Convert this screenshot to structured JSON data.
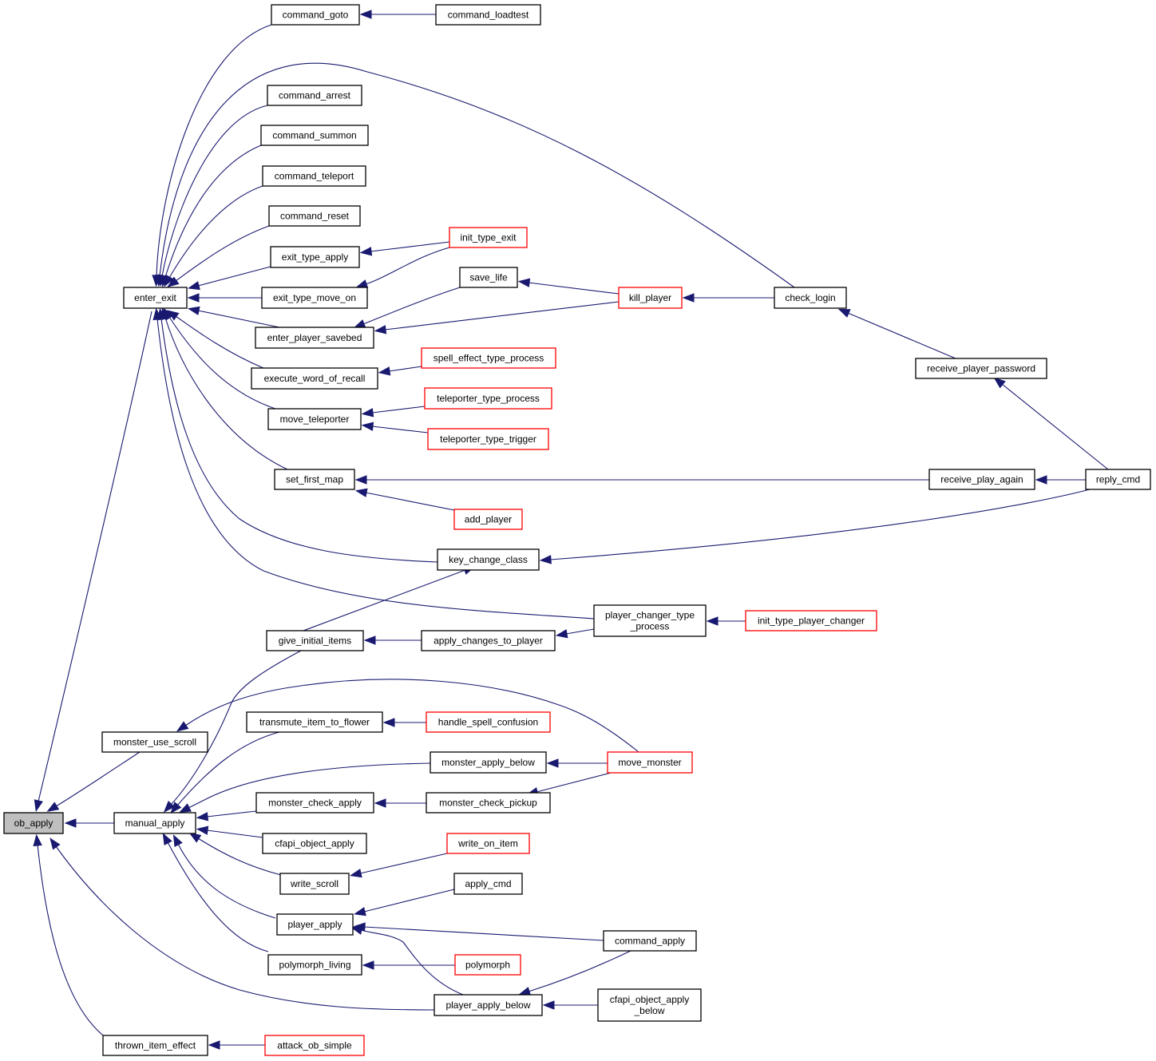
{
  "diagram": {
    "type": "call-graph",
    "root": "ob_apply",
    "colors": {
      "edge": "#191970",
      "node_border": "#000000",
      "node_border_truncated": "#ff0000",
      "node_fill": "#ffffff",
      "root_fill": "#bfbfbf"
    },
    "nodes": [
      {
        "id": "ob_apply",
        "label": [
          "ob_apply"
        ],
        "root": true
      },
      {
        "id": "enter_exit",
        "label": [
          "enter_exit"
        ]
      },
      {
        "id": "command_goto",
        "label": [
          "command_goto"
        ]
      },
      {
        "id": "command_loadtest",
        "label": [
          "command_loadtest"
        ]
      },
      {
        "id": "command_arrest",
        "label": [
          "command_arrest"
        ]
      },
      {
        "id": "command_summon",
        "label": [
          "command_summon"
        ]
      },
      {
        "id": "command_teleport",
        "label": [
          "command_teleport"
        ]
      },
      {
        "id": "command_reset",
        "label": [
          "command_reset"
        ]
      },
      {
        "id": "exit_type_apply",
        "label": [
          "exit_type_apply"
        ]
      },
      {
        "id": "init_type_exit",
        "label": [
          "init_type_exit"
        ],
        "truncated": true
      },
      {
        "id": "exit_type_move_on",
        "label": [
          "exit_type_move_on"
        ]
      },
      {
        "id": "save_life",
        "label": [
          "save_life"
        ]
      },
      {
        "id": "kill_player",
        "label": [
          "kill_player"
        ],
        "truncated": true
      },
      {
        "id": "check_login",
        "label": [
          "check_login"
        ]
      },
      {
        "id": "enter_player_savebed",
        "label": [
          "enter_player_savebed"
        ]
      },
      {
        "id": "execute_word_of_recall",
        "label": [
          "execute_word_of_recall"
        ]
      },
      {
        "id": "spell_effect_type_process",
        "label": [
          "spell_effect_type_process"
        ],
        "truncated": true
      },
      {
        "id": "move_teleporter",
        "label": [
          "move_teleporter"
        ]
      },
      {
        "id": "teleporter_type_process",
        "label": [
          "teleporter_type_process"
        ],
        "truncated": true
      },
      {
        "id": "teleporter_type_trigger",
        "label": [
          "teleporter_type_trigger"
        ],
        "truncated": true
      },
      {
        "id": "receive_player_password",
        "label": [
          "receive_player_password"
        ]
      },
      {
        "id": "set_first_map",
        "label": [
          "set_first_map"
        ]
      },
      {
        "id": "receive_play_again",
        "label": [
          "receive_play_again"
        ]
      },
      {
        "id": "reply_cmd",
        "label": [
          "reply_cmd"
        ]
      },
      {
        "id": "add_player",
        "label": [
          "add_player"
        ],
        "truncated": true
      },
      {
        "id": "key_change_class",
        "label": [
          "key_change_class"
        ]
      },
      {
        "id": "player_changer_type_process",
        "label": [
          "player_changer_type",
          "_process"
        ]
      },
      {
        "id": "init_type_player_changer",
        "label": [
          "init_type_player_changer"
        ],
        "truncated": true
      },
      {
        "id": "give_initial_items",
        "label": [
          "give_initial_items"
        ]
      },
      {
        "id": "apply_changes_to_player",
        "label": [
          "apply_changes_to_player"
        ]
      },
      {
        "id": "transmute_item_to_flower",
        "label": [
          "transmute_item_to_flower"
        ]
      },
      {
        "id": "handle_spell_confusion",
        "label": [
          "handle_spell_confusion"
        ],
        "truncated": true
      },
      {
        "id": "monster_use_scroll",
        "label": [
          "monster_use_scroll"
        ]
      },
      {
        "id": "monster_apply_below",
        "label": [
          "monster_apply_below"
        ]
      },
      {
        "id": "move_monster",
        "label": [
          "move_monster"
        ],
        "truncated": true
      },
      {
        "id": "manual_apply",
        "label": [
          "manual_apply"
        ]
      },
      {
        "id": "monster_check_apply",
        "label": [
          "monster_check_apply"
        ]
      },
      {
        "id": "monster_check_pickup",
        "label": [
          "monster_check_pickup"
        ]
      },
      {
        "id": "cfapi_object_apply",
        "label": [
          "cfapi_object_apply"
        ]
      },
      {
        "id": "write_on_item",
        "label": [
          "write_on_item"
        ],
        "truncated": true
      },
      {
        "id": "write_scroll",
        "label": [
          "write_scroll"
        ]
      },
      {
        "id": "apply_cmd",
        "label": [
          "apply_cmd"
        ]
      },
      {
        "id": "player_apply",
        "label": [
          "player_apply"
        ]
      },
      {
        "id": "command_apply",
        "label": [
          "command_apply"
        ]
      },
      {
        "id": "polymorph_living",
        "label": [
          "polymorph_living"
        ]
      },
      {
        "id": "polymorph",
        "label": [
          "polymorph"
        ],
        "truncated": true
      },
      {
        "id": "player_apply_below",
        "label": [
          "player_apply_below"
        ]
      },
      {
        "id": "cfapi_object_apply_below",
        "label": [
          "cfapi_object_apply",
          "_below"
        ]
      },
      {
        "id": "thrown_item_effect",
        "label": [
          "thrown_item_effect"
        ]
      },
      {
        "id": "attack_ob_simple",
        "label": [
          "attack_ob_simple"
        ],
        "truncated": true
      }
    ],
    "edges": [
      {
        "from": "enter_exit",
        "to": "ob_apply"
      },
      {
        "from": "monster_use_scroll",
        "to": "ob_apply"
      },
      {
        "from": "manual_apply",
        "to": "ob_apply"
      },
      {
        "from": "player_apply_below",
        "to": "ob_apply"
      },
      {
        "from": "thrown_item_effect",
        "to": "ob_apply"
      },
      {
        "from": "command_goto",
        "to": "enter_exit"
      },
      {
        "from": "check_login",
        "to": "enter_exit"
      },
      {
        "from": "command_arrest",
        "to": "enter_exit"
      },
      {
        "from": "command_summon",
        "to": "enter_exit"
      },
      {
        "from": "command_teleport",
        "to": "enter_exit"
      },
      {
        "from": "command_reset",
        "to": "enter_exit"
      },
      {
        "from": "exit_type_apply",
        "to": "enter_exit"
      },
      {
        "from": "exit_type_move_on",
        "to": "enter_exit"
      },
      {
        "from": "enter_player_savebed",
        "to": "enter_exit"
      },
      {
        "from": "execute_word_of_recall",
        "to": "enter_exit"
      },
      {
        "from": "move_teleporter",
        "to": "enter_exit"
      },
      {
        "from": "set_first_map",
        "to": "enter_exit"
      },
      {
        "from": "key_change_class",
        "to": "enter_exit"
      },
      {
        "from": "player_changer_type_process",
        "to": "enter_exit"
      },
      {
        "from": "command_loadtest",
        "to": "command_goto"
      },
      {
        "from": "init_type_exit",
        "to": "exit_type_apply"
      },
      {
        "from": "init_type_exit",
        "to": "exit_type_move_on"
      },
      {
        "from": "kill_player",
        "to": "save_life"
      },
      {
        "from": "save_life",
        "to": "enter_player_savebed"
      },
      {
        "from": "kill_player",
        "to": "enter_player_savebed"
      },
      {
        "from": "check_login",
        "to": "kill_player"
      },
      {
        "from": "receive_player_password",
        "to": "check_login"
      },
      {
        "from": "reply_cmd",
        "to": "receive_player_password"
      },
      {
        "from": "spell_effect_type_process",
        "to": "execute_word_of_recall"
      },
      {
        "from": "teleporter_type_process",
        "to": "move_teleporter"
      },
      {
        "from": "teleporter_type_trigger",
        "to": "move_teleporter"
      },
      {
        "from": "receive_play_again",
        "to": "set_first_map"
      },
      {
        "from": "add_player",
        "to": "set_first_map"
      },
      {
        "from": "reply_cmd",
        "to": "receive_play_again"
      },
      {
        "from": "reply_cmd",
        "to": "key_change_class"
      },
      {
        "from": "give_initial_items",
        "to": "key_change_class"
      },
      {
        "from": "init_type_player_changer",
        "to": "player_changer_type_process"
      },
      {
        "from": "player_changer_type_process",
        "to": "apply_changes_to_player"
      },
      {
        "from": "apply_changes_to_player",
        "to": "give_initial_items"
      },
      {
        "from": "give_initial_items",
        "to": "manual_apply"
      },
      {
        "from": "move_monster",
        "to": "monster_use_scroll"
      },
      {
        "from": "handle_spell_confusion",
        "to": "transmute_item_to_flower"
      },
      {
        "from": "transmute_item_to_flower",
        "to": "manual_apply"
      },
      {
        "from": "monster_apply_below",
        "to": "manual_apply"
      },
      {
        "from": "move_monster",
        "to": "monster_apply_below"
      },
      {
        "from": "move_monster",
        "to": "monster_check_pickup"
      },
      {
        "from": "monster_check_pickup",
        "to": "monster_check_apply"
      },
      {
        "from": "monster_check_apply",
        "to": "manual_apply"
      },
      {
        "from": "cfapi_object_apply",
        "to": "manual_apply"
      },
      {
        "from": "write_scroll",
        "to": "manual_apply"
      },
      {
        "from": "write_on_item",
        "to": "write_scroll"
      },
      {
        "from": "player_apply",
        "to": "manual_apply"
      },
      {
        "from": "polymorph_living",
        "to": "manual_apply"
      },
      {
        "from": "apply_cmd",
        "to": "player_apply"
      },
      {
        "from": "command_apply",
        "to": "player_apply"
      },
      {
        "from": "player_apply_below",
        "to": "player_apply"
      },
      {
        "from": "polymorph",
        "to": "polymorph_living"
      },
      {
        "from": "command_apply",
        "to": "player_apply_below"
      },
      {
        "from": "cfapi_object_apply_below",
        "to": "player_apply_below"
      },
      {
        "from": "attack_ob_simple",
        "to": "thrown_item_effect"
      }
    ]
  }
}
